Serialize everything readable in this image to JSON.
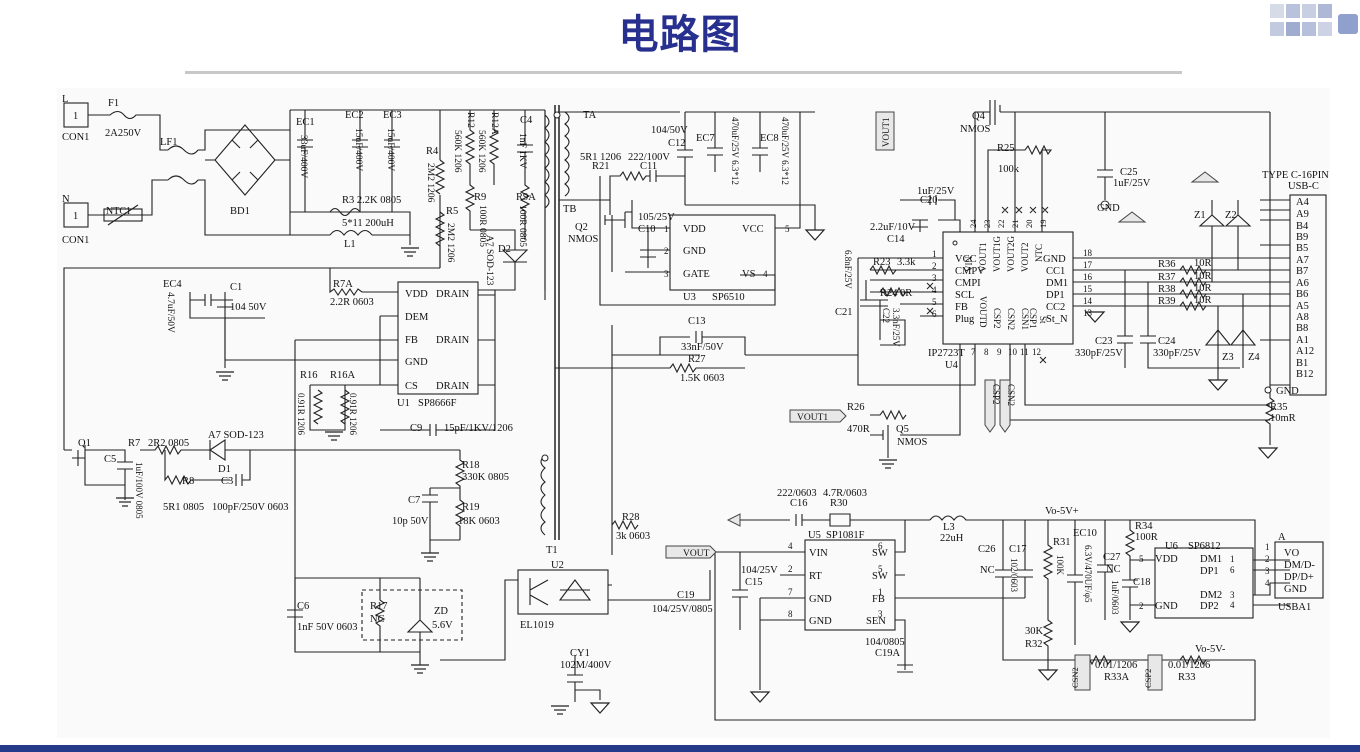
{
  "page": {
    "title": "电路图"
  },
  "colors": {
    "title": "#27308f",
    "bottom_bar": "#253a8a",
    "rule": "#c8c8c8",
    "wire": "#222222"
  },
  "logo": {
    "icon": "company-logo-icon"
  },
  "schematic": {
    "connectors": {
      "L": "L",
      "N": "N",
      "con1_l": "CON1",
      "con1_n": "CON1",
      "pin1_l": "1",
      "pin1_n": "1",
      "typec_title": "TYPE C-16PIN",
      "typec_sub": "USB-C",
      "typec_pins": [
        "A4",
        "A9",
        "B4",
        "B9",
        "B5",
        "A7",
        "B7",
        "A6",
        "B6",
        "A5",
        "A8",
        "B8",
        "A1",
        "A12",
        "B1",
        "B12"
      ],
      "usba_ref": "USBA1",
      "usba_head": "A",
      "usba_pins": [
        "VO",
        "DM/D-",
        "DP/D+",
        "GND"
      ],
      "usba_nums": [
        "1",
        "2",
        "3",
        "4"
      ]
    },
    "input": {
      "f1": "F1",
      "f1_val": "2A250V",
      "lf1": "LF1",
      "ntc1": "NTC1",
      "bd1": "BD1",
      "ec1": "EC1",
      "ec1_val": "33uF/400V",
      "ec2": "EC2",
      "ec2_val": "15uF/400V",
      "ec3": "EC3",
      "ec3_val": "15uF/400V",
      "r3": "R3 2.2K 0805",
      "l1": "L1",
      "l1_val": "5*11  200uH",
      "r4": "R4",
      "r4_val": "2M2 1206",
      "r5": "R5",
      "r5_val": "2M2 1206",
      "r12": "R12",
      "r12_val": "560K 1206",
      "r12a": "R12A",
      "r12a_val": "560K 1206",
      "r9": "R9",
      "r9_val": "100R 0805",
      "r9a": "R9A",
      "r9a_val": "100R 0805",
      "c4": "C4",
      "c4_val": "1nF 1KV",
      "d2": "D2",
      "d2_val": "A7 SOD-123",
      "t1": "T1"
    },
    "u1": {
      "ref": "U1",
      "part": "SP8666F",
      "pins_left": [
        "VDD",
        "DEM",
        "FB",
        "GND",
        "CS"
      ],
      "pins_right": [
        "DRAIN",
        "DRAIN",
        "DRAIN"
      ],
      "ec4": "EC4",
      "ec4_val": "4.7uF/50V",
      "c1": "C1",
      "c1_val": "104 50V",
      "r7a": "R7A",
      "r7a_val": "2.2R 0603",
      "r16": "R16",
      "r16_val": "0.91R 1206",
      "r16a": "R16A",
      "r16a_val": "0.91R 1206",
      "c9": "C9",
      "c9_val": "15pF/1KV/1206",
      "q1": "Q1",
      "r7": "R7",
      "r7_val": "2R2 0805",
      "c5": "C5",
      "c5_val": "1uF/100V 0805",
      "d1": "D1",
      "d1_val": "A7 SOD-123",
      "r8": "R8",
      "r8_val": "5R1 0805",
      "c3": "C3",
      "c3_val": "100pF/250V 0603",
      "r18": "R18",
      "r18_val": "330K 0805",
      "r19": "R19",
      "r19_val": "18K 0603",
      "c7": "C7",
      "c7_val": "10p 50V",
      "c6": "C6",
      "c6_val": "1nF 50V 0603",
      "r17": "R17",
      "r17_val": "NC",
      "zd": "ZD",
      "zd_val": "5.6V"
    },
    "u3": {
      "ref": "U3",
      "part": "SP6510",
      "pins_left": [
        "VDD",
        "GND",
        "GATE"
      ],
      "pins_right": [
        "VCC",
        "VS"
      ],
      "pin_nums_left": [
        "1",
        "2",
        "3"
      ],
      "pin_nums_right": [
        "5",
        "4"
      ],
      "ta": "TA",
      "tb": "TB",
      "r21": "R21",
      "r21_val": "5R1 1206",
      "c11": "C11",
      "c11_val": "222/100V",
      "c12": "C12",
      "c12_val": "104/50V",
      "ec7": "EC7",
      "ec7_val": "470uF/25V 6.3*12",
      "ec8": "EC8",
      "ec8_val": "470uF/25V 6.3*12",
      "c10": "C10",
      "c10_val": "105/25V",
      "q2": "Q2",
      "q2_val": "NMOS",
      "c13": "C13",
      "c13_val": "33nF/50V",
      "r27": "R27",
      "r27_val": "1.5K 0603",
      "r28": "R28",
      "r28_val": "3k 0603",
      "u2": "U2",
      "u2_val": "EL1019",
      "cy1": "CY1",
      "cy1_val": "102M/400V"
    },
    "u4": {
      "ref": "U4",
      "part": "IP2723T",
      "pins_left": [
        "VCC",
        "CMPV",
        "CMPI",
        "SCL",
        "FB",
        "Plug"
      ],
      "pin_nums_left": [
        "1",
        "2",
        "3",
        "4",
        "5",
        "6"
      ],
      "pins_top": [
        "VIN",
        "VOUT1",
        "VOUT1G",
        "VOUT2G",
        "VOUT2",
        "NTC"
      ],
      "pin_nums_top": [
        "24",
        "23",
        "22",
        "21",
        "20",
        "19"
      ],
      "pins_right": [
        "GND",
        "CC1",
        "DM1",
        "DP1",
        "CC2",
        "St_N"
      ],
      "pin_nums_right": [
        "18",
        "17",
        "16",
        "15",
        "14",
        "13"
      ],
      "pins_bottom": [
        "VOUTD",
        "CSP2",
        "CSN2",
        "CSN1",
        "CSP1",
        "St"
      ],
      "pin_nums_bottom": [
        "7",
        "8",
        "9",
        "10",
        "11",
        "12"
      ],
      "q4": "Q4",
      "q4_val": "NMOS",
      "r25": "R25",
      "r25_val": "100k",
      "vout1": "VOUT1",
      "c20": "C20",
      "c20_val": "1uF/25V",
      "c14": "C14",
      "c14_val": "2.2uF/10V",
      "c25": "C25",
      "c25_val": "1uF/25V",
      "gnd": "GND",
      "r23": "R23",
      "r23_val": "3.3k",
      "r24": "R24",
      "r24_val": "0R",
      "c21": "C21",
      "c21_val": "6.8nF/25V",
      "c22": "C22",
      "c22_val": "3.3nF/25V",
      "r36": "R36",
      "r37": "R37",
      "r38": "R38",
      "r39": "R39",
      "r_val": "10R",
      "c23": "C23",
      "c23_val": "330pF/25V",
      "c24": "C24",
      "c24_val": "330pF/25V",
      "z1": "Z1",
      "z2": "Z2",
      "z3": "Z3",
      "z4": "Z4",
      "csp2": "CSP2",
      "csn2": "CSN2",
      "r26": "R26",
      "r26_val": "470R",
      "q5": "Q5",
      "q5_val": "NMOS",
      "vout1_tag": "VOUT1",
      "r35": "R35",
      "r35_val": "10mR",
      "gnd2": "GND"
    },
    "u5": {
      "ref": "U5",
      "part": "SP1081F",
      "pins_left": [
        "VIN",
        "RT",
        "GND",
        "GND"
      ],
      "pin_nums_left": [
        "4",
        "2",
        "7",
        "8"
      ],
      "pins_right": [
        "SW",
        "SW",
        "FB",
        "SEN"
      ],
      "pin_nums_right": [
        "6",
        "5",
        "1",
        "3"
      ],
      "c16": "C16",
      "c16_val": "222/0603",
      "r30": "R30",
      "r30_val": "4.7R/0603",
      "l3": "L3",
      "l3_val": "22uH",
      "vout_tag": "VOUT",
      "c15": "C15",
      "c15_val": "104/25V",
      "c19": "C19",
      "c19_val": "104/25V/0805",
      "c19a": "C19A",
      "c19a_val": "104/0805",
      "vo5": "Vo-5V+",
      "vo5n": "Vo-5V-",
      "c26": "C26",
      "c26_val": "NC",
      "c17": "C17",
      "c17_val": "102/0603",
      "r31": "R31",
      "r31_val": "100K",
      "r32": "R32",
      "r32_val": "30K",
      "ec10": "EC10",
      "ec10_val": "6.3V/470UF/φ5",
      "c27": "C27",
      "c27_val": "NC",
      "c27_val2": "1uF/0603",
      "r34": "R34",
      "r34_val": "100R",
      "c18": "C18",
      "r33a": "R33A",
      "r33a_val": "0.01/1206",
      "r33": "R33",
      "r33_val": "0.01/1206",
      "csn2": "CSN2",
      "csp2": "CSP2"
    },
    "u6": {
      "ref": "U6",
      "part": "SP6812",
      "pins_left": [
        "VDD",
        "GND"
      ],
      "pin_nums_left": [
        "5",
        "2"
      ],
      "pins_right": [
        "DM1",
        "DP1",
        "DM2",
        "DP2"
      ],
      "pin_nums_right": [
        "1",
        "6",
        "3",
        "4"
      ]
    }
  }
}
